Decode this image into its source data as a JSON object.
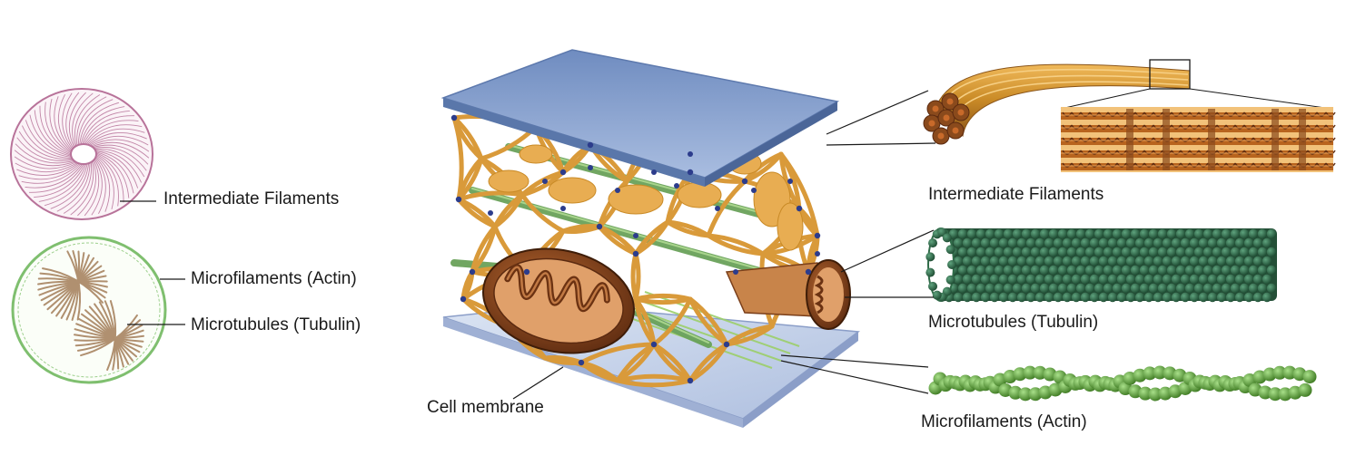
{
  "labels": {
    "left_intermediate": "Intermediate Filaments",
    "left_microfilaments": "Microfilaments (Actin)",
    "left_microtubules": "Microtubules (Tubulin)",
    "cell_membrane": "Cell membrane",
    "right_intermediate": "Intermediate Filaments",
    "right_microtubules": "Microtubules (Tubulin)",
    "right_microfilaments": "Microfilaments (Actin)"
  },
  "colors": {
    "intermediate": "#c98a26",
    "intermediate_dark": "#8a4a1c",
    "microtubule": "#2f6b48",
    "microfilament": "#5e9a32",
    "membrane_top": "#8fa9d2",
    "membrane_bottom": "#c7d3ea",
    "mitochondrion": "#7a3f1a",
    "pink_cell": "#b8739a",
    "green_cell": "#7fbf6f",
    "tan_spindle": "#b09070"
  }
}
